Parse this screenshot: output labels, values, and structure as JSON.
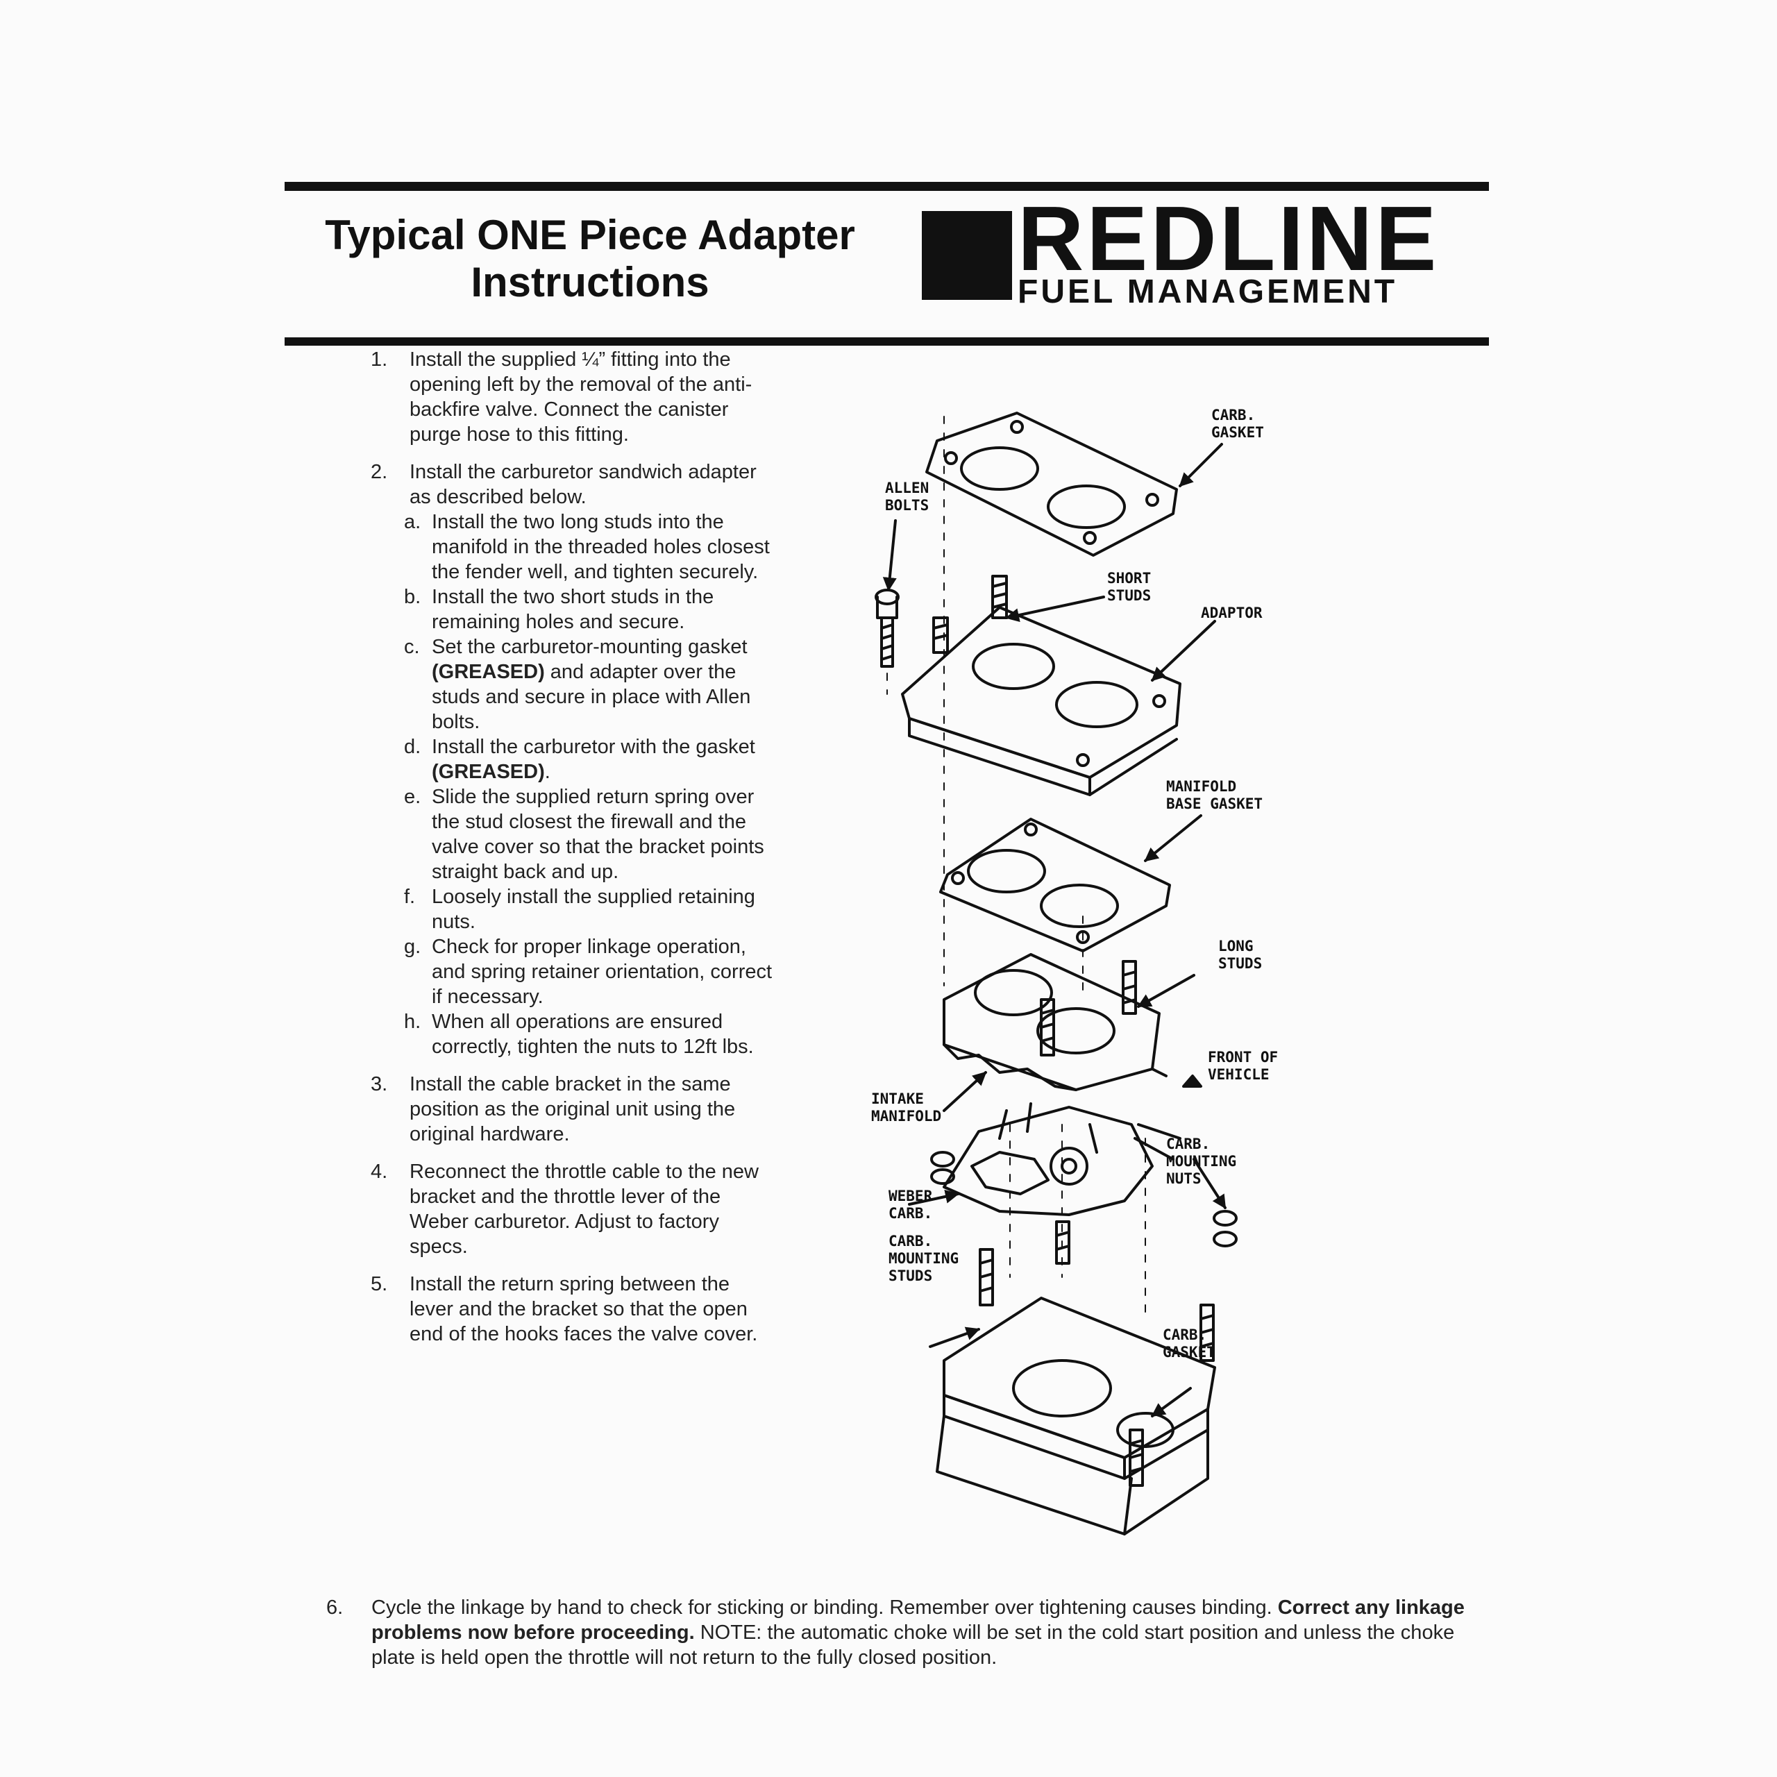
{
  "header": {
    "title_line1": "Typical ONE Piece Adapter",
    "title_line2": "Instructions",
    "logo_brand": "REDLINE",
    "logo_sub": "FUEL MANAGEMENT"
  },
  "steps": [
    {
      "num": "1.",
      "text": "Install the supplied ¼” fitting into the opening left by the removal of the anti-backfire valve. Connect the canister purge hose to this fitting."
    },
    {
      "num": "2.",
      "text": "Install the carburetor sandwich adapter as described below."
    },
    {
      "num": "3.",
      "text": "Install the cable bracket in the same position as the original unit using the original hardware."
    },
    {
      "num": "4.",
      "text": "Reconnect the throttle cable to the new bracket and the throttle lever of the Weber carburetor. Adjust to factory specs."
    },
    {
      "num": "5.",
      "text": "Install the return spring between the lever and the bracket so that the open end of the hooks faces the valve cover."
    }
  ],
  "substeps": [
    {
      "letter": "a.",
      "text": "Install the two long studs into the manifold in the threaded holes closest the fender well, and tighten securely."
    },
    {
      "letter": "b.",
      "text": "Install the two short studs in the remaining holes and secure."
    },
    {
      "letter": "c.",
      "pre": "Set the carburetor-mounting gasket ",
      "bold": "(GREASED)",
      "post": " and adapter over the studs and secure in place with Allen bolts."
    },
    {
      "letter": "d.",
      "pre": "Install the carburetor with the gasket ",
      "bold": "(GREASED)",
      "post": "."
    },
    {
      "letter": "e.",
      "text": "Slide the supplied return spring over the stud closest the firewall and the valve cover so that the bracket points straight back and up."
    },
    {
      "letter": "f.",
      "text": "Loosely install the supplied retaining nuts."
    },
    {
      "letter": "g.",
      "text": "Check for proper linkage operation, and spring retainer orientation, correct if necessary."
    },
    {
      "letter": "h.",
      "text": "When all operations are ensured correctly, tighten the nuts to 12ft lbs."
    }
  ],
  "step6": {
    "num": "6.",
    "text": "Cycle the linkage by hand to check for sticking or binding. Remember over tightening causes binding. ",
    "bold": "Correct any linkage problems now before proceeding.",
    "text2": " NOTE: the automatic choke will be set in the cold start position and unless the choke plate is held open the throttle will not return to the fully closed position."
  },
  "diagram_labels": {
    "carb_gasket_line1": "CARB.",
    "carb_gasket_line2": "GASKET",
    "allen_bolts_line1": "ALLEN",
    "allen_bolts_line2": "BOLTS",
    "short_studs_line1": "SHORT",
    "short_studs_line2": "STUDS",
    "adaptor": "ADAPTOR",
    "manifold_gasket_line1": "MANIFOLD",
    "manifold_gasket_line2": "BASE GASKET",
    "long_studs_line1": "LONG",
    "long_studs_line2": "STUDS",
    "front_line1": "FRONT OF",
    "front_line2": "VEHICLE",
    "intake_line1": "INTAKE",
    "intake_line2": "MANIFOLD",
    "nuts_line1": "CARB.",
    "nuts_line2": "MOUNTING",
    "nuts_line3": "NUTS",
    "weber_line1": "WEBER",
    "weber_line2": "CARB.",
    "studs_line1": "CARB.",
    "studs_line2": "MOUNTING",
    "studs_line3": "STUDS",
    "lower_gasket_line1": "CARB.",
    "lower_gasket_line2": "GASKET"
  }
}
